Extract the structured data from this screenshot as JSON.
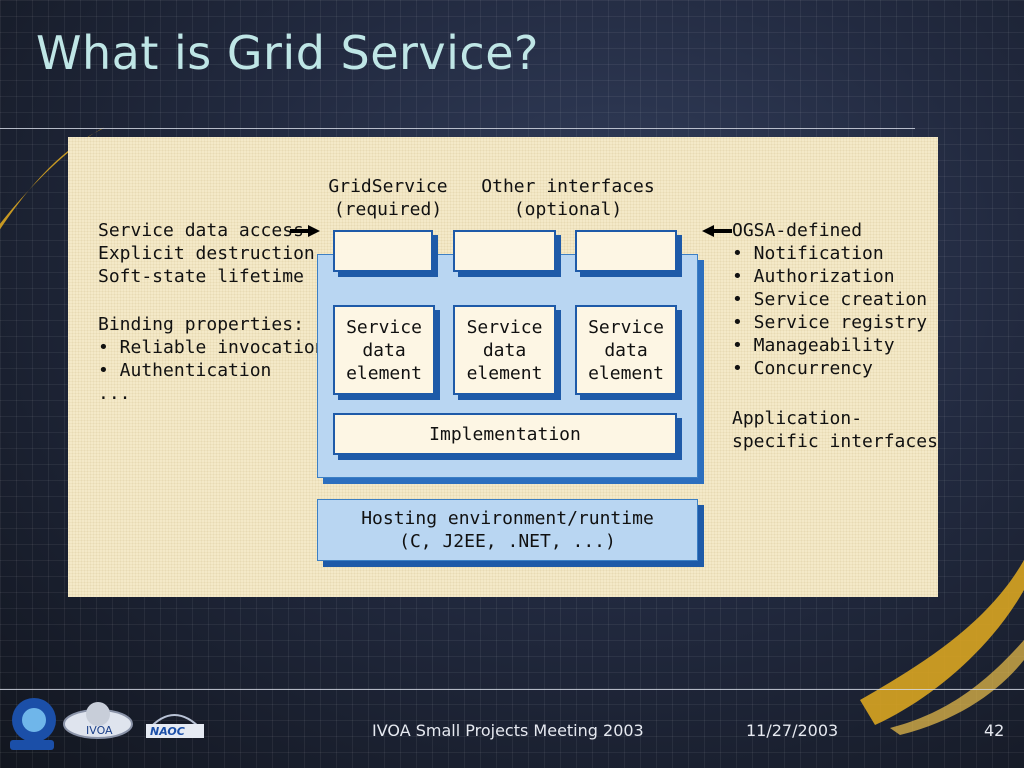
{
  "slide": {
    "title": "What is Grid Service?"
  },
  "diagram": {
    "top_left_label": [
      "GridService",
      "(required)"
    ],
    "top_right_label": [
      "Other interfaces",
      "(optional)"
    ],
    "left_column": [
      "Service data access",
      "Explicit destruction",
      "Soft-state lifetime"
    ],
    "binding_title": "Binding properties:",
    "binding_items": [
      "• Reliable invocation",
      "• Authentication",
      "..."
    ],
    "right_column_title": "OGSA-defined",
    "right_column_items": [
      "• Notification",
      "• Authorization",
      "• Service creation",
      "• Service registry",
      "• Manageability",
      "• Concurrency"
    ],
    "application_label": [
      "Application-",
      "specific interfaces"
    ],
    "service_data_elements": [
      [
        "Service",
        "data",
        "element"
      ],
      [
        "Service",
        "data",
        "element"
      ],
      [
        "Service",
        "data",
        "element"
      ]
    ],
    "implementation_label": "Implementation",
    "hosting_label": [
      "Hosting environment/runtime",
      "(C, J2EE, .NET, ...)"
    ]
  },
  "footer": {
    "meeting": "IVOA Small Projects Meeting 2003",
    "date": "11/27/2003",
    "page": "42"
  },
  "logos": {
    "logo1_icon": "china-vo-logo-icon",
    "logo2_text": "IVOA",
    "logo3_text": "NAOC"
  },
  "colors": {
    "title": "#bfe6e6",
    "panel_bg": "#f4e9c8",
    "box_blue": "#1e5aa8",
    "container_blue": "#b9d6f2",
    "swoosh_gold": "#d9a521"
  }
}
